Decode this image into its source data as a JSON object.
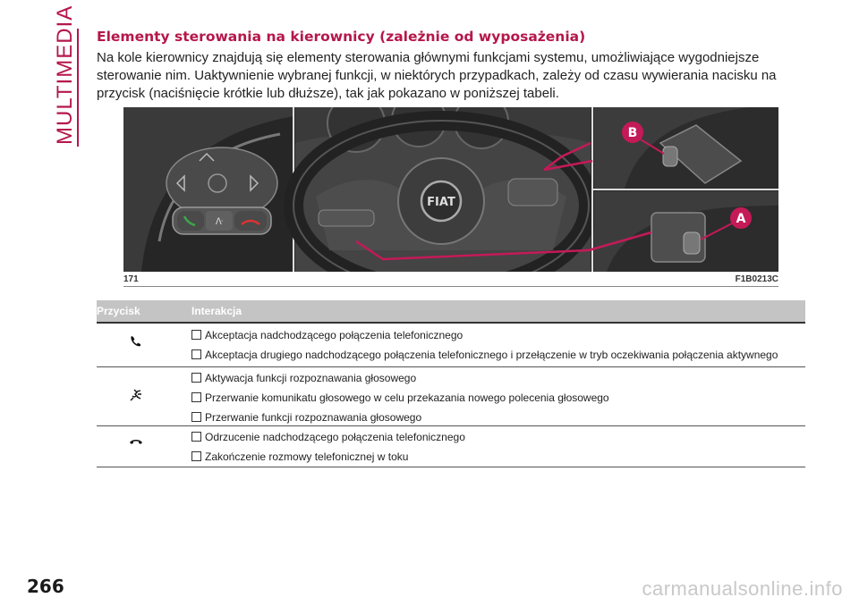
{
  "side_tab": {
    "label": "MULTIMEDIA"
  },
  "section": {
    "title": "Elementy sterowania na kierownicy (zależnie od wyposażenia)",
    "intro": "Na kole kierownicy znajdują się elementy sterowania głównymi funkcjami systemu, umożliwiające wygodniejsze sterowanie nim. Uaktywnienie wybranej funkcji, w niektórych przypadkach, zależy od czasu wywierania nacisku na przycisk (naciśnięcie krótkie lub dłuższe), tak jak pokazano w poniższej tabeli."
  },
  "figure": {
    "number": "171",
    "code": "F1B0213C",
    "logo_text": "FIAT",
    "callouts": [
      "B",
      "A"
    ]
  },
  "table": {
    "headers": [
      "Przycisk",
      "Interakcja"
    ],
    "rows": [
      {
        "icon": "phone-accept-icon",
        "items": [
          "Akceptacja nadchodzącego połączenia telefonicznego",
          "Akceptacja drugiego nadchodzącego połączenia telefonicznego i przełączenie w tryb oczekiwania połączenia aktywnego"
        ]
      },
      {
        "icon": "voice-recognition-icon",
        "items": [
          "Aktywacja funkcji rozpoznawania głosowego",
          "Przerwanie komunikatu głosowego w celu przekazania nowego polecenia głosowego",
          "Przerwanie funkcji rozpoznawania głosowego"
        ]
      },
      {
        "icon": "phone-reject-icon",
        "items": [
          "Odrzucenie nadchodzącego połączenia telefonicznego",
          "Zakończenie rozmowy telefonicznej w toku"
        ]
      }
    ]
  },
  "page_number": "266",
  "watermark": "carmanualsonline.info",
  "colors": {
    "accent": "#b5174b",
    "table_header_bg": "#c4c4c4"
  }
}
